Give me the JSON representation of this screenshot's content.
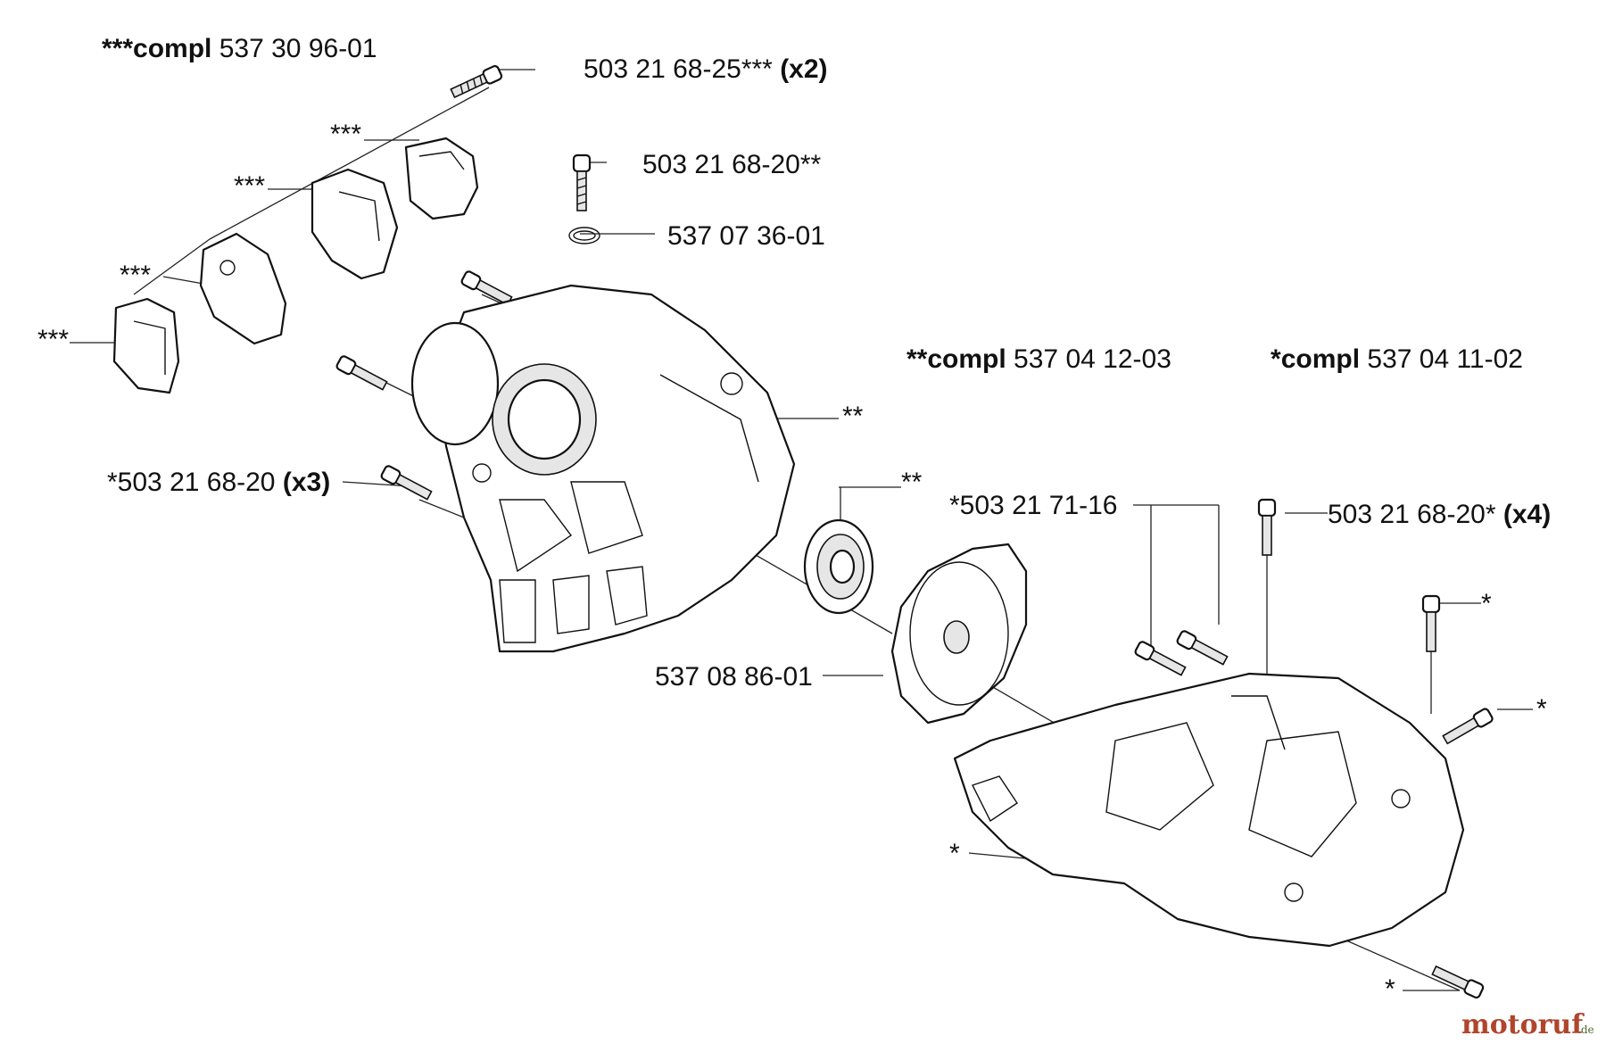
{
  "labels": {
    "compl_top": {
      "prefix": "***",
      "bold": "compl",
      "number": " 537 30 96-01"
    },
    "screw_top": {
      "number": "503 21 68-25***",
      "qty": " (x2)"
    },
    "screw_mid": {
      "number": "503 21 68-20**"
    },
    "ring": {
      "number": "537 07 36-01"
    },
    "compl_mid": {
      "prefix": "**",
      "bold": "compl",
      "number": " 537 04 12-03"
    },
    "compl_right": {
      "prefix": "*",
      "bold": "compl",
      "number": " 537 04 11-02"
    },
    "screw_left": {
      "number": "*503 21 68-20",
      "qty": " (x3)"
    },
    "screw_pair": {
      "number": "*503 21 71-16"
    },
    "screw_right": {
      "number": "503 21 68-20*",
      "qty": " (x4)"
    },
    "pulley": {
      "number": "537 08 86-01"
    },
    "ref_triple_1": "***",
    "ref_triple_2": "***",
    "ref_triple_3": "***",
    "ref_triple_4": "***",
    "ref_double_case": "**",
    "ref_double_bearing": "**",
    "ref_single_screw_a": "*",
    "ref_single_screw_b": "*",
    "ref_single_case": "*",
    "ref_single_screw_c": "*"
  },
  "watermark": {
    "main": "motoruf",
    "tld": ".de"
  },
  "colors": {
    "ink": "#111111",
    "watermark": "#b0452c",
    "watermark_alt": "#4d6a2f"
  }
}
